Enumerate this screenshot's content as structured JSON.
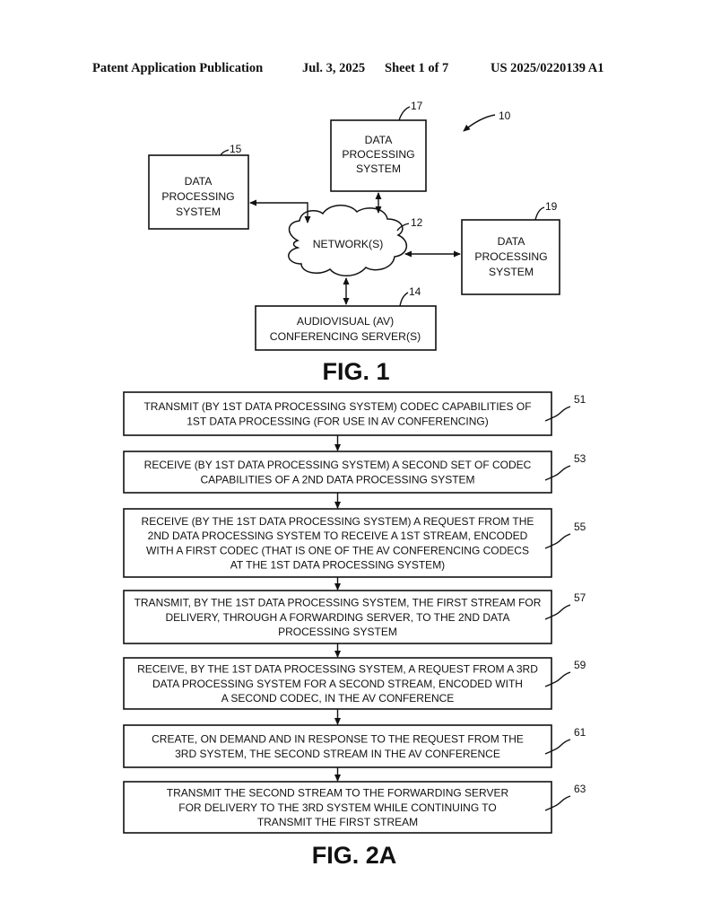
{
  "header": {
    "publication": "Patent Application Publication",
    "date": "Jul. 3, 2025",
    "sheet": "Sheet 1 of 7",
    "number": "US 2025/0220139 A1"
  },
  "fig1": {
    "system_ref": "10",
    "network": {
      "label": "NETWORK(S)",
      "ref": "12"
    },
    "server": {
      "lines": [
        "AUDIOVISUAL (AV)",
        "CONFERENCING SERVER(S)"
      ],
      "ref": "14"
    },
    "dps_15": {
      "lines": [
        "DATA",
        "PROCESSING",
        "SYSTEM"
      ],
      "ref": "15"
    },
    "dps_17": {
      "lines": [
        "DATA",
        "PROCESSING",
        "SYSTEM"
      ],
      "ref": "17"
    },
    "dps_19": {
      "lines": [
        "DATA",
        "PROCESSING",
        "SYSTEM"
      ],
      "ref": "19"
    },
    "caption": "FIG. 1"
  },
  "fig2a": {
    "caption": "FIG. 2A",
    "steps": [
      {
        "ref": "51",
        "lines": [
          "TRANSMIT (BY 1ST DATA PROCESSING SYSTEM) CODEC CAPABILITIES OF",
          "1ST DATA PROCESSING (FOR USE IN AV CONFERENCING)"
        ]
      },
      {
        "ref": "53",
        "lines": [
          "RECEIVE (BY 1ST DATA PROCESSING SYSTEM) A SECOND SET OF CODEC",
          "CAPABILITIES OF A 2ND DATA PROCESSING SYSTEM"
        ]
      },
      {
        "ref": "55",
        "lines": [
          "RECEIVE (BY THE 1ST DATA PROCESSING SYSTEM) A REQUEST FROM THE",
          "2ND DATA PROCESSING SYSTEM TO RECEIVE A 1ST STREAM, ENCODED",
          "WITH A FIRST CODEC (THAT IS ONE OF THE AV CONFERENCING CODECS",
          "AT THE 1ST DATA PROCESSING SYSTEM)"
        ]
      },
      {
        "ref": "57",
        "lines": [
          "TRANSMIT, BY THE 1ST DATA PROCESSING SYSTEM, THE FIRST STREAM FOR",
          "DELIVERY, THROUGH A FORWARDING SERVER, TO THE 2ND DATA",
          "PROCESSING SYSTEM"
        ]
      },
      {
        "ref": "59",
        "lines": [
          "RECEIVE, BY THE 1ST DATA PROCESSING SYSTEM, A REQUEST FROM A 3RD",
          "DATA PROCESSING SYSTEM FOR A SECOND STREAM, ENCODED WITH",
          "A SECOND CODEC, IN THE AV CONFERENCE"
        ]
      },
      {
        "ref": "61",
        "lines": [
          "CREATE, ON DEMAND AND IN RESPONSE TO THE REQUEST FROM THE",
          "3RD SYSTEM, THE SECOND STREAM IN THE AV CONFERENCE"
        ]
      },
      {
        "ref": "63",
        "lines": [
          "TRANSMIT THE SECOND STREAM TO THE FORWARDING SERVER",
          "FOR DELIVERY TO THE 3RD SYSTEM WHILE CONTINUING TO",
          "TRANSMIT THE FIRST STREAM"
        ]
      }
    ]
  }
}
